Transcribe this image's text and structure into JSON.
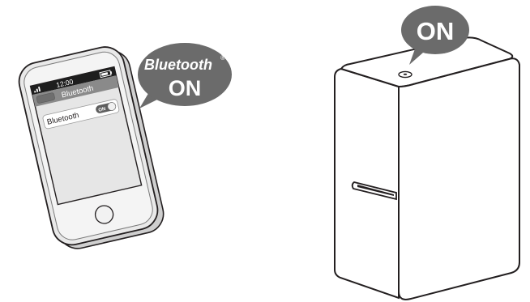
{
  "phone": {
    "status_time": "12:00",
    "nav_title": "Bluetooth",
    "setting_label": "Bluetooth",
    "toggle_text": "ON"
  },
  "phone_bubble": {
    "line1": "Bluetooth",
    "registered_mark": "®",
    "line2": "ON"
  },
  "printer_bubble": {
    "label": "ON"
  },
  "colors": {
    "bubble": "#6b6b6b",
    "outline": "#231f20",
    "screen": "#e6e6e6",
    "bar": "#8a8a8a"
  }
}
